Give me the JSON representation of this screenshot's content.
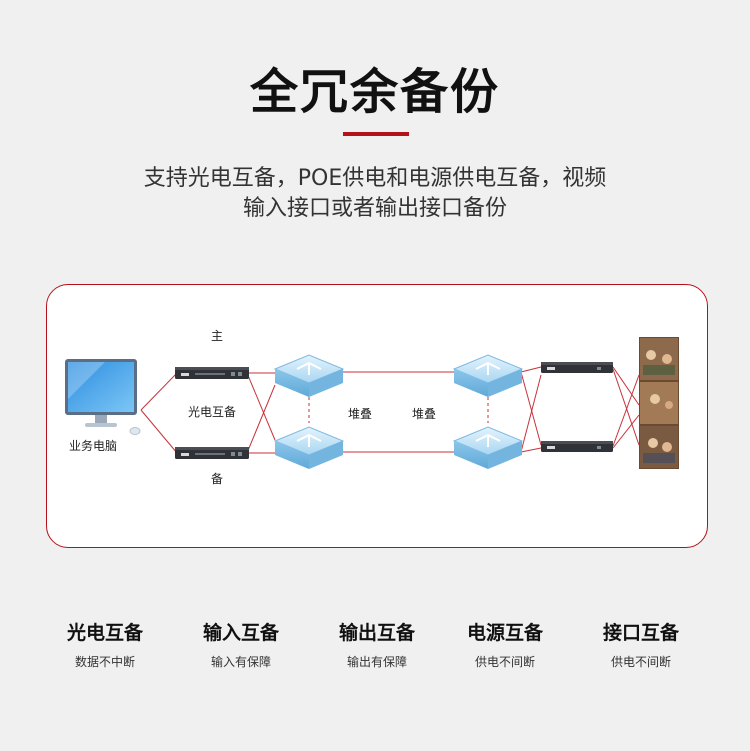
{
  "header": {
    "title": "全冗余备份",
    "subtitle_line1": "支持光电互备，POE供电和电源供电互备，视频",
    "subtitle_line2": "输入接口或者输出接口备份"
  },
  "diagram": {
    "label_main": "主",
    "label_backup": "备",
    "label_fiber_electric": "光电互备",
    "label_stack_left": "堆叠",
    "label_stack_right": "堆叠",
    "label_pc": "业务电脑",
    "colors": {
      "accent": "#b3121b",
      "switch_blue": "#a9d6f2",
      "link": "#c8323a"
    }
  },
  "features": [
    {
      "title": "光电互备",
      "sub": "数据不中断"
    },
    {
      "title": "输入互备",
      "sub": "输入有保障"
    },
    {
      "title": "输出互备",
      "sub": "输出有保障"
    },
    {
      "title": "电源互备",
      "sub": "供电不间断"
    },
    {
      "title": "接口互备",
      "sub": "供电不间断"
    }
  ]
}
